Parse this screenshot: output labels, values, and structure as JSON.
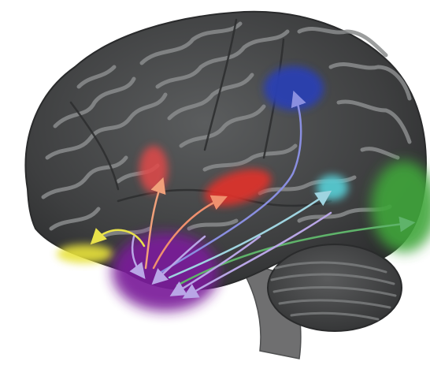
{
  "figure": {
    "subject": "brain-lateral-view",
    "colors": {
      "background": "#ffffff",
      "cortex_dark": "#3a3b3c",
      "cortex_gyrus": "#8a8c8d",
      "cerebellum": "#4a4b4c",
      "brainstem": "#6f6f70"
    },
    "regions": [
      {
        "id": "yellow",
        "color": "#e8e23a"
      },
      {
        "id": "purple",
        "color": "#7a1f9a"
      },
      {
        "id": "red-small",
        "color": "#e24a48"
      },
      {
        "id": "red-large",
        "color": "#e2322b"
      },
      {
        "id": "blue",
        "color": "#2a3fb2"
      },
      {
        "id": "cyan",
        "color": "#56c9d0"
      },
      {
        "id": "green",
        "color": "#3fa63a"
      }
    ],
    "arrows": [
      {
        "id": "to-yellow",
        "color": "#e9e24a"
      },
      {
        "id": "to-red-small",
        "color": "#f0a07a"
      },
      {
        "id": "to-red-large",
        "color": "#f0906e"
      },
      {
        "id": "to-blue",
        "color": "#8a8fe0"
      },
      {
        "id": "to-cyan",
        "color": "#9fd4e0"
      },
      {
        "id": "to-green",
        "color": "#5fb36a"
      }
    ]
  }
}
